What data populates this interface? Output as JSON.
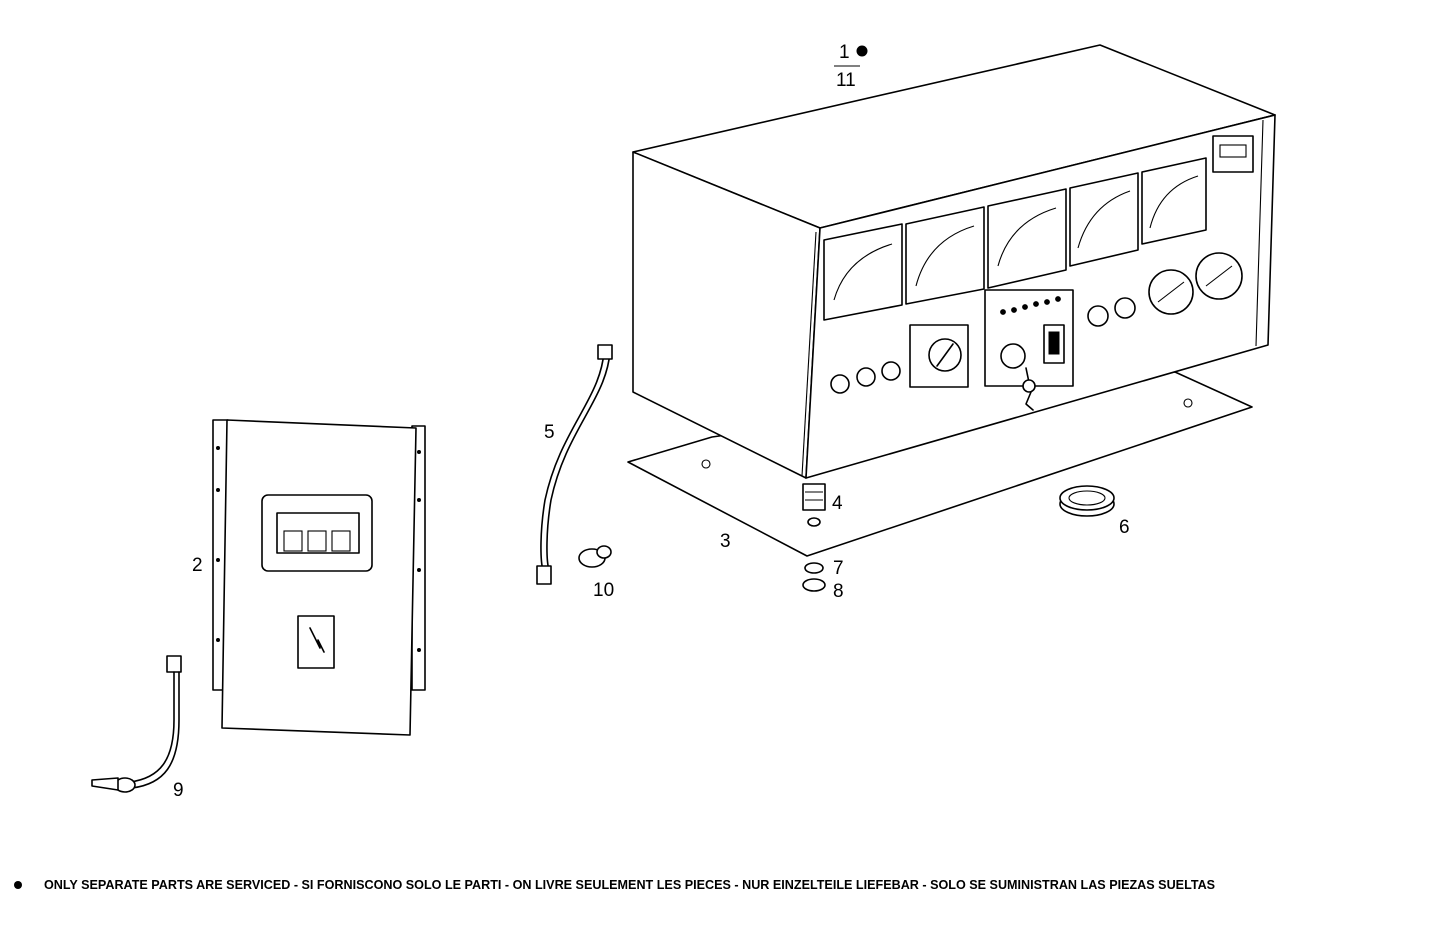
{
  "callouts": {
    "item_1": "1",
    "item_11": "11",
    "item_2": "2",
    "item_3": "3",
    "item_4": "4",
    "item_5": "5",
    "item_6": "6",
    "item_7": "7",
    "item_8": "8",
    "item_9": "9",
    "item_10": "10"
  },
  "footnote": {
    "text": "ONLY SEPARATE PARTS ARE SERVICED - SI FORNISCONO SOLO LE PARTI - ON LIVRE SEULEMENT LES PIECES - NUR EINZELTEILE LIEFEBAR - SOLO SE SUMINISTRAN LAS PIEZAS SUELTAS"
  }
}
